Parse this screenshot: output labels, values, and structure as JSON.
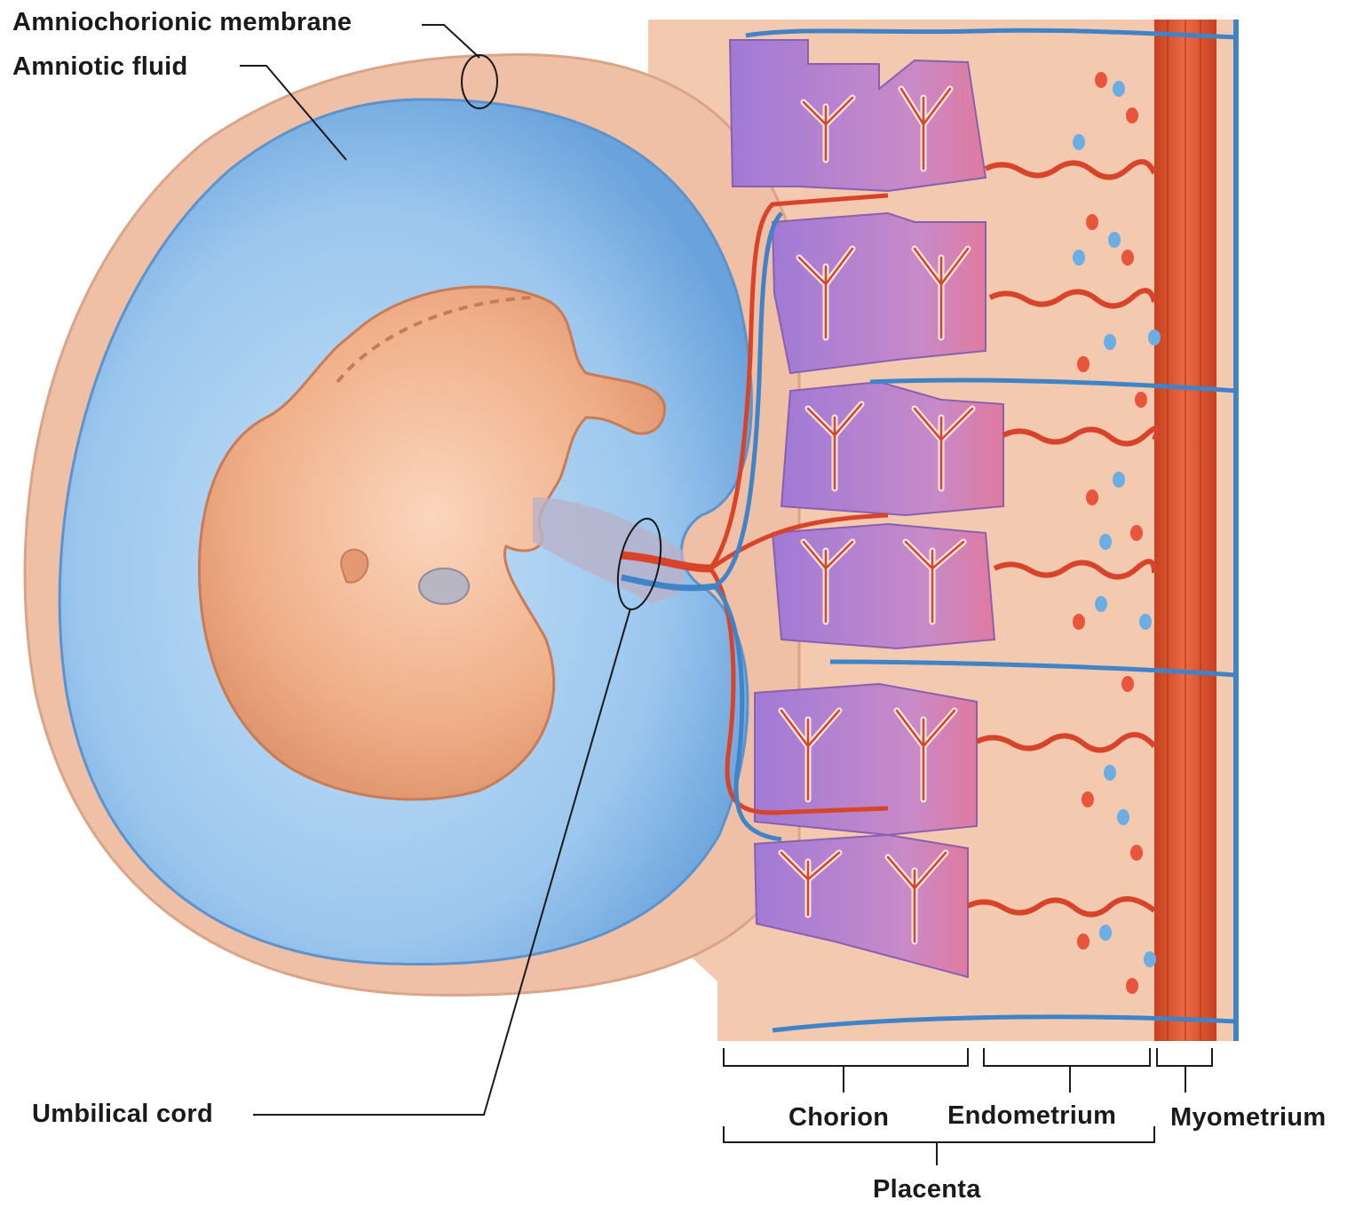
{
  "labels": {
    "amniochorionic_membrane": "Amniochorionic  membrane",
    "amniotic_fluid": "Amniotic  fluid",
    "umbilical_cord": "Umbilical cord",
    "chorion": "Chorion",
    "endometrium": "Endometrium",
    "myometrium": "Myometrium",
    "placenta": "Placenta"
  },
  "colors": {
    "membrane": "#efbfa6",
    "amniotic_fluid": "#8fbfe8",
    "embryo": "#f0b08a",
    "chorion_villi": "#b07ac8",
    "endometrium": "#f3c9b0",
    "myometrium": "#e05a35",
    "artery": "#d8442a",
    "vein": "#3f84c9"
  }
}
